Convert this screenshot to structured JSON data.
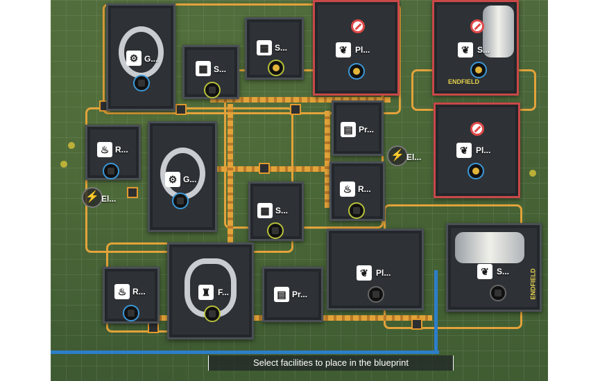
{
  "hint": "Select facilities to place in the blueprint",
  "brand_tag": "ENDFIELD",
  "facilities": [
    {
      "id": "g1",
      "label": "G...",
      "icon": "gear-icon"
    },
    {
      "id": "s1",
      "label": "S...",
      "icon": "grid-icon"
    },
    {
      "id": "s2",
      "label": "S...",
      "icon": "grid-icon"
    },
    {
      "id": "pl1",
      "label": "Pl...",
      "icon": "plant-icon"
    },
    {
      "id": "s3",
      "label": "S...",
      "icon": "plant-icon"
    },
    {
      "id": "r1",
      "label": "R...",
      "icon": "flame-icon"
    },
    {
      "id": "g2",
      "label": "G...",
      "icon": "gear-icon"
    },
    {
      "id": "pr1",
      "label": "Pr...",
      "icon": "doc-icon"
    },
    {
      "id": "pl2",
      "label": "Pl...",
      "icon": "plant-icon"
    },
    {
      "id": "el1",
      "label": "El..."
    },
    {
      "id": "el2",
      "label": "El..."
    },
    {
      "id": "s4",
      "label": "S...",
      "icon": "grid-icon"
    },
    {
      "id": "r2",
      "label": "R...",
      "icon": "flame-icon"
    },
    {
      "id": "r3",
      "label": "R...",
      "icon": "flame-icon"
    },
    {
      "id": "f1",
      "label": "F...",
      "icon": "furnace-icon"
    },
    {
      "id": "pr2",
      "label": "Pr...",
      "icon": "doc-icon"
    },
    {
      "id": "pl3",
      "label": "Pl...",
      "icon": "plant-icon"
    },
    {
      "id": "s5",
      "label": "S...",
      "icon": "plant-icon"
    }
  ],
  "colors": {
    "belt": "#e3a33a",
    "pipe": "#2d7ec9",
    "alert": "#e04848",
    "ring_blue": "#3c98d8",
    "ring_yellow": "#b9c23a"
  }
}
